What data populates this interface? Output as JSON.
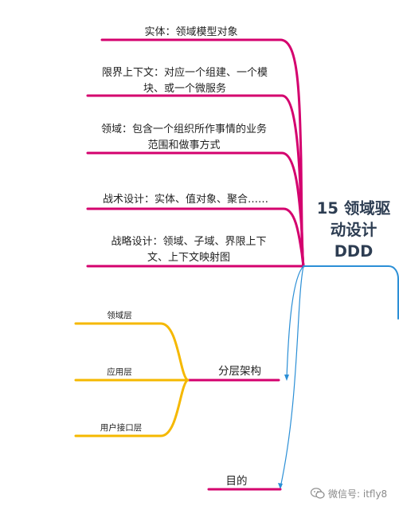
{
  "root": {
    "line1": "15 领域驱",
    "line2": "动设计",
    "line3": "DDD"
  },
  "branches": {
    "entity": {
      "line1": "实体：领域模型对象"
    },
    "bounded_context": {
      "line1": "限界上下文：对应一个组建、一个模",
      "line2": "块、或一个微服务"
    },
    "domain": {
      "line1": "领域：包含一个组织所作事情的业务",
      "line2": "范围和做事方式"
    },
    "tactical": {
      "line1": "战术设计：实体、值对象、聚合……"
    },
    "strategic": {
      "line1": "战略设计：领域、子域、界限上下",
      "line2": "文、上下文映射图"
    },
    "layered": {
      "label": "分层架构",
      "children": [
        {
          "label": "领域层"
        },
        {
          "label": "应用层"
        },
        {
          "label": "用户接口层"
        }
      ]
    },
    "purpose": {
      "label": "目的"
    }
  },
  "watermark": {
    "text": "微信号: itfly8"
  },
  "colors": {
    "magenta": "#d4006e",
    "yellow": "#f5b800",
    "blue": "#2b8fd6",
    "text": "#1f1f1f"
  }
}
